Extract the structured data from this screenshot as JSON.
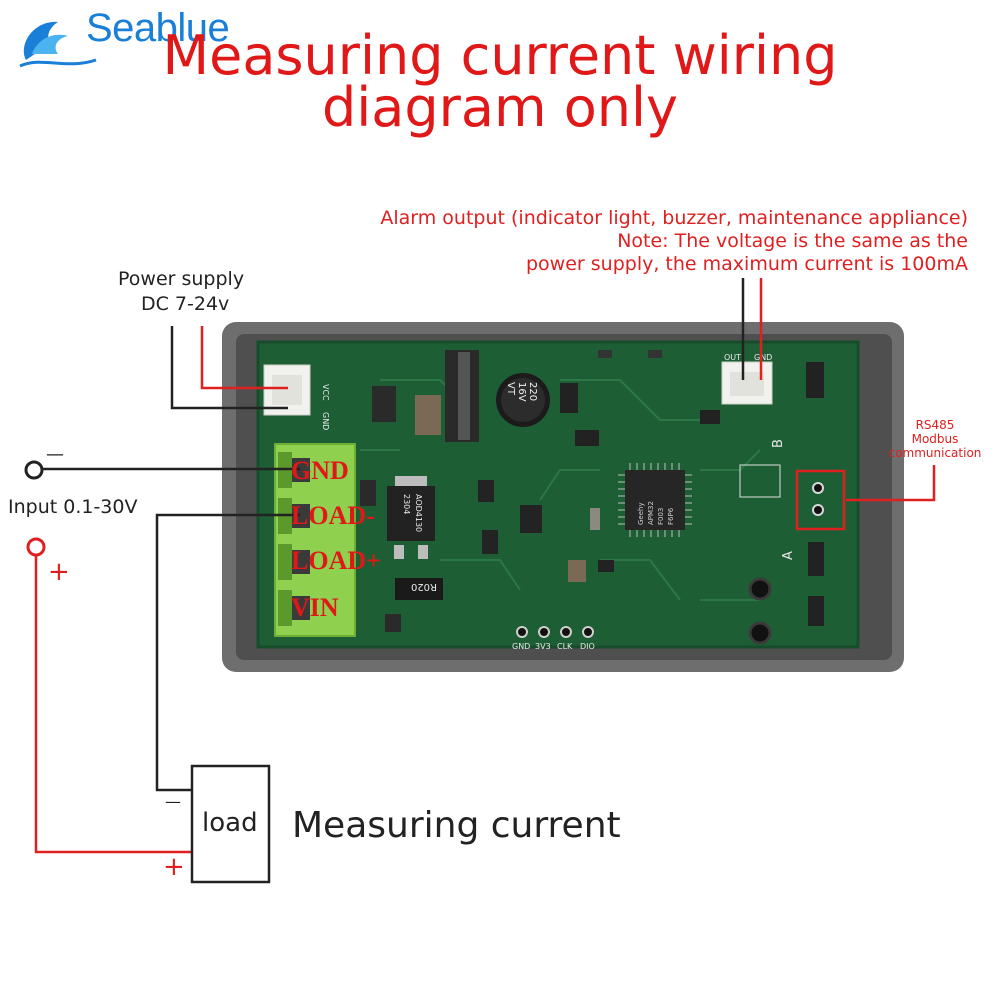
{
  "brand": {
    "name": "Seablue"
  },
  "title": {
    "line1": "Measuring current wiring",
    "line2": "diagram only"
  },
  "power_supply": {
    "line1": "Power supply",
    "line2": "DC 7-24v"
  },
  "alarm": {
    "line1": "Alarm output (indicator light, buzzer, maintenance appliance)",
    "line2": "Note: The voltage is the same as the",
    "line3": "power supply, the maximum current is 100mA"
  },
  "rs485": {
    "line1": "RS485",
    "line2": "Modbus",
    "line3": "communication"
  },
  "input": {
    "label": "Input 0.1-30V",
    "minus": "—",
    "plus": "+"
  },
  "terminals": [
    "GND",
    "LOAD-",
    "LOAD+",
    "VIN"
  ],
  "load": {
    "label": "load",
    "minus": "—",
    "plus": "+"
  },
  "measuring_label": "Measuring current",
  "pcb": {
    "connector_pins": {
      "gnd": "GND",
      "vcc": "VCC"
    },
    "alarm_pins": {
      "out": "OUT",
      "gnd": "GND"
    },
    "capacitor": {
      "line1": "220",
      "line2": "16V",
      "line3": "VT"
    },
    "mosfet": {
      "line1": "AOD4130",
      "line2": "2304"
    },
    "resistor": "R020",
    "chip": {
      "line1": "Geehy",
      "line2": "APM32",
      "line3": "F003",
      "line4": "F6P6"
    },
    "header_pins": [
      "GND",
      "3V3",
      "CLK",
      "DIO"
    ],
    "pin_a": "A",
    "pin_b": "B"
  },
  "colors": {
    "title_red": "#e01818",
    "wire_red": "#e02020",
    "wire_black": "#222222",
    "pcb_green": "#1d5e35",
    "enclosure": "#6b6b6b",
    "terminal_green": "#8fd14f",
    "brand_blue": "#1a7fd6"
  }
}
